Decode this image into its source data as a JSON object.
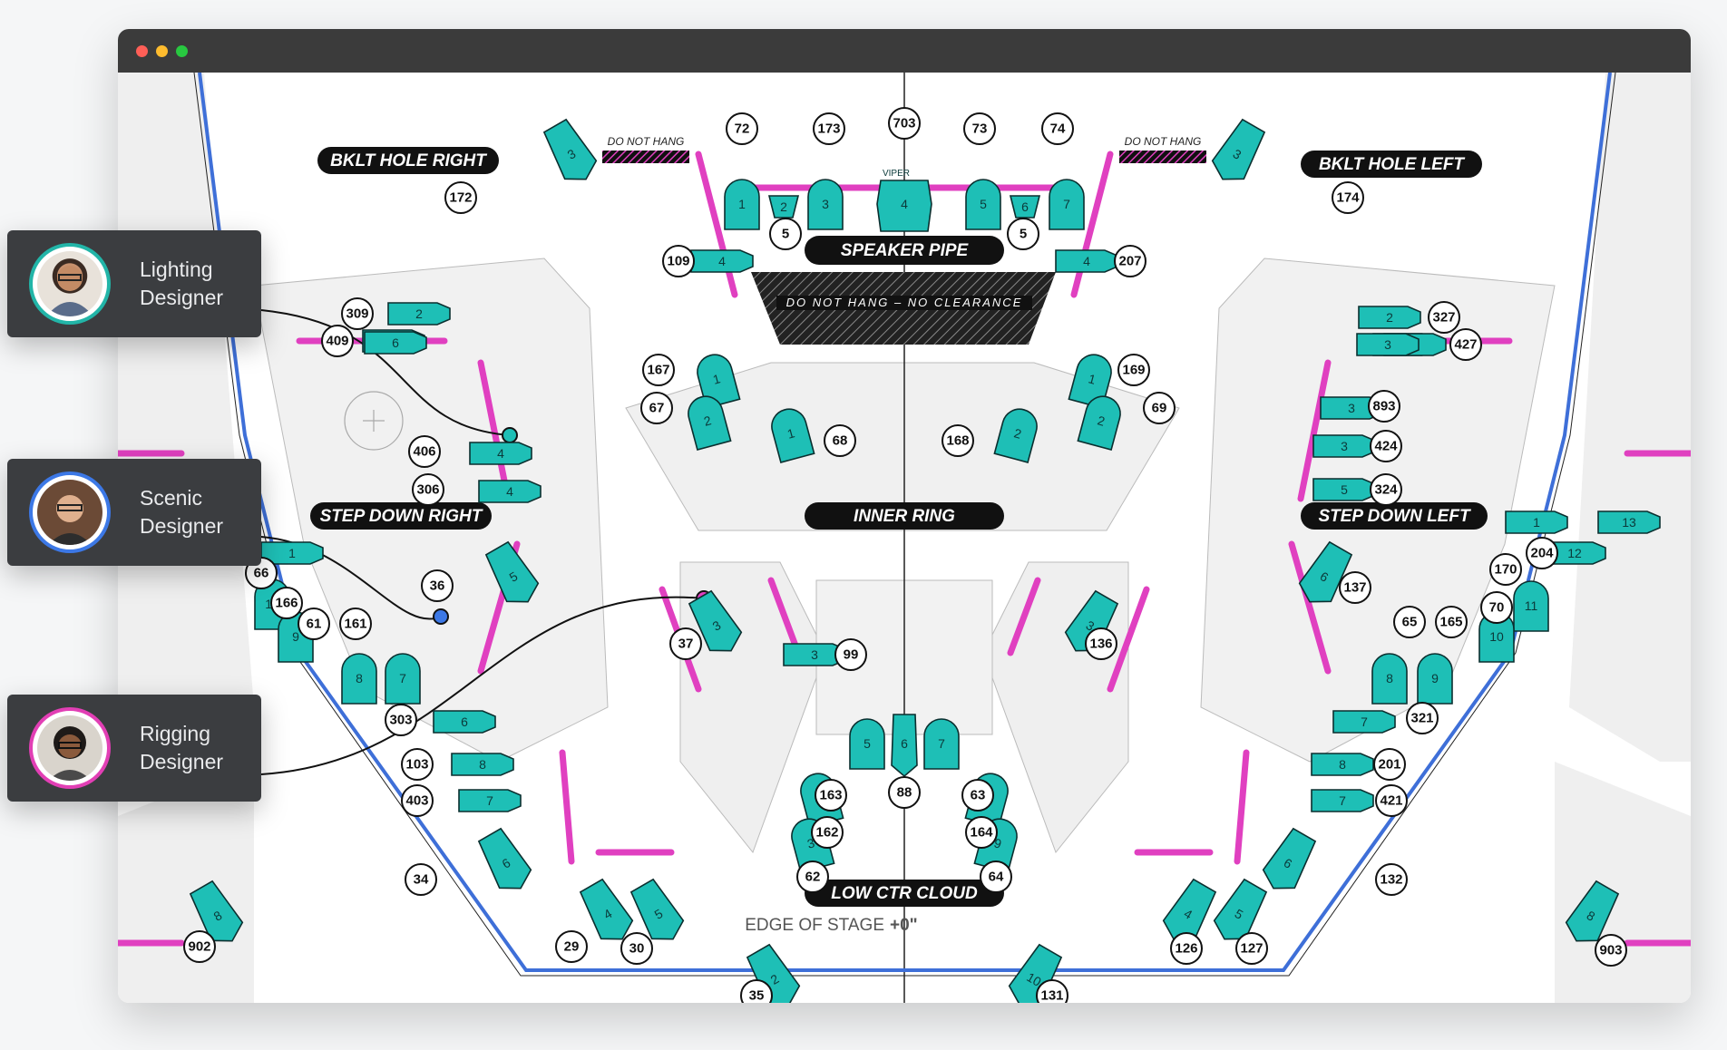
{
  "window": {
    "controls": [
      "close",
      "minimize",
      "zoom"
    ]
  },
  "colors": {
    "fixture": "#1ebfb6",
    "pipe": "#e040c0",
    "outline": "#3e6fd8",
    "titlebar": "#3b3b3b",
    "card": "#3b3d40"
  },
  "roles": [
    {
      "line1": "Lighting",
      "line2": "Designer",
      "ring": "#22b5a8"
    },
    {
      "line1": "Scenic",
      "line2": "Designer",
      "ring": "#3c78e6"
    },
    {
      "line1": "Rigging",
      "line2": "Designer",
      "ring": "#e23fb5"
    }
  ],
  "plot": {
    "zones": {
      "bklt_hole_right": "BKLT HOLE RIGHT",
      "bklt_hole_left": "BKLT HOLE LEFT",
      "speaker_pipe": "SPEAKER PIPE",
      "step_down_right": "STEP DOWN RIGHT",
      "step_down_left": "STEP DOWN LEFT",
      "inner_ring": "INNER RING",
      "low_ctr_cloud": "LOW CTR CLOUD"
    },
    "notes": {
      "do_not_hang": "DO NOT HANG",
      "no_clearance": "DO NOT HANG – NO CLEARANCE",
      "viper": "VIPER",
      "edge_of_stage": "EDGE OF STAGE",
      "edge_value": "+0\""
    },
    "badges": [
      "172",
      "72",
      "173",
      "703",
      "73",
      "74",
      "174",
      "109",
      "207",
      "5",
      "5",
      "309",
      "409",
      "327",
      "427",
      "167",
      "67",
      "68",
      "168",
      "169",
      "69",
      "406",
      "306",
      "893",
      "424",
      "324",
      "36",
      "66",
      "166",
      "61",
      "161",
      "204",
      "170",
      "70",
      "65",
      "165",
      "137",
      "37",
      "99",
      "136",
      "303",
      "321",
      "103",
      "403",
      "201",
      "421",
      "163",
      "88",
      "63",
      "162",
      "164",
      "62",
      "64",
      "34",
      "132",
      "29",
      "30",
      "126",
      "127",
      "902",
      "903",
      "35",
      "131"
    ],
    "fixtures": [
      "3",
      "1",
      "2",
      "3",
      "4",
      "5",
      "6",
      "7",
      "3",
      "4",
      "4",
      "2",
      "1",
      "2",
      "1",
      "1",
      "2",
      "1",
      "2",
      "1",
      "2",
      "3",
      "4",
      "3",
      "4",
      "5",
      "5",
      "10",
      "9",
      "8",
      "7",
      "6",
      "13",
      "12",
      "11",
      "10",
      "6",
      "8",
      "9",
      "3",
      "3",
      "3",
      "7",
      "8",
      "7",
      "6",
      "8",
      "7",
      "6",
      "5",
      "6",
      "7",
      "4",
      "3",
      "8",
      "9",
      "4",
      "5",
      "4",
      "5",
      "8",
      "8",
      "2",
      "10",
      "1",
      "1",
      "5",
      "6",
      "3"
    ]
  }
}
